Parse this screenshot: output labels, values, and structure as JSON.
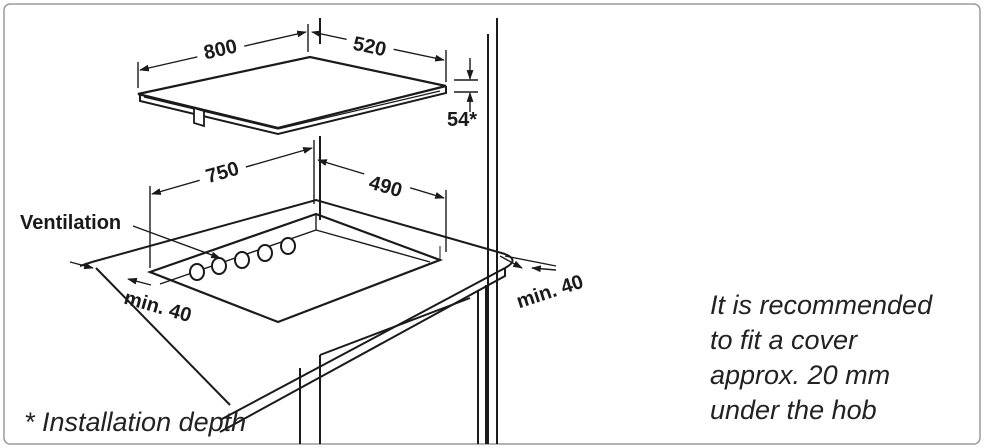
{
  "dimensions": {
    "hob_width": "800",
    "hob_depth": "520",
    "installation_depth": "54*",
    "cutout_width": "750",
    "cutout_depth": "490",
    "min_clearance_left": "min. 40",
    "min_clearance_right": "min. 40"
  },
  "labels": {
    "ventilation": "Ventilation"
  },
  "notes": {
    "recommendation": [
      "It is recommended",
      "to fit a cover",
      "approx. 20 mm",
      "under the hob"
    ],
    "footnote": "* Installation depth"
  },
  "colors": {
    "line": "#1a1a1a",
    "frame": "#9a9a9a",
    "background": "#ffffff"
  }
}
